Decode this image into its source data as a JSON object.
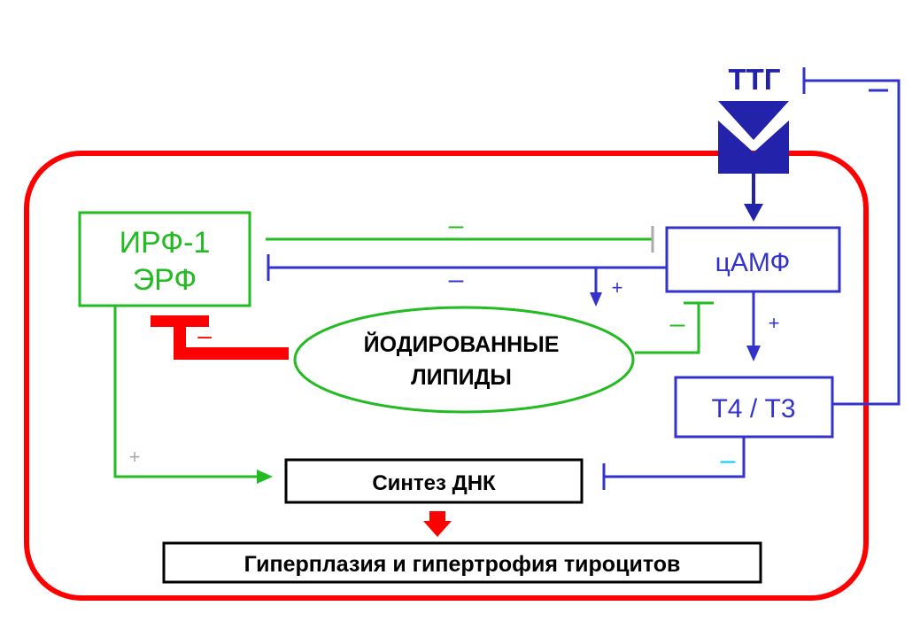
{
  "colors": {
    "cell_border": "#ff0000",
    "green": "#22bb22",
    "blue": "#3333cc",
    "dark_blue": "#2222aa",
    "black": "#000000",
    "cyan": "#00ccff",
    "gray": "#aaaaaa",
    "red_arrow": "#ff0000"
  },
  "nodes": {
    "ttg": "ТТГ",
    "irf_line1": "ИРФ-1",
    "irf_line2": "ЭРФ",
    "camp": "цАМФ",
    "iodinated_line1": "ЙОДИРОВАННЫЕ",
    "iodinated_line2": "ЛИПИДЫ",
    "t4t3": "Т4 / Т3",
    "dna_synthesis": "Синтез ДНК",
    "hyperplasia": "Гиперплазия и гипертрофия тироцитов"
  },
  "signs": {
    "ttg_feedback": "–",
    "irf_to_camp": "–",
    "camp_to_irf": "–",
    "camp_to_lipids": "+",
    "lipids_to_camp": "–",
    "camp_to_t4t3": "+",
    "lipids_to_irf": "–",
    "irf_to_dna": "+",
    "t4t3_to_dna": "–"
  },
  "icons": {
    "receptor": "tsh-receptor-icon",
    "down_arrow": "red-down-arrow-icon"
  }
}
